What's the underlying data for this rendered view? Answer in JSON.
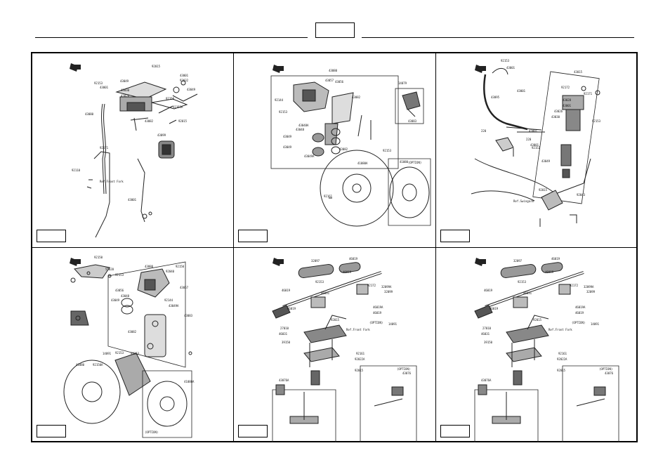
{
  "panels": [
    {
      "labels": [
        "92015",
        "43001",
        "43049",
        "92032",
        "43030",
        "92153",
        "43001",
        "43020",
        "43080",
        "92171",
        "43049",
        "92153A",
        "92015",
        "43082",
        "92150",
        "92110",
        "43001",
        "43099"
      ],
      "notes": [
        "Ref.Front Fork"
      ]
    },
    {
      "labels": [
        "43080",
        "43057",
        "43056",
        "14079",
        "92144",
        "43082",
        "92153",
        "43048A",
        "43048",
        "43049",
        "43049",
        "43049A",
        "43082",
        "92153",
        "41080",
        "41080A",
        "43083",
        "92161"
      ],
      "notes": [
        "(OPTION)"
      ]
    },
    {
      "labels": [
        "92153",
        "43001",
        "43015",
        "43001",
        "92172",
        "92171",
        "43095",
        "43028",
        "43001",
        "43026",
        "43030",
        "43001",
        "92153",
        "220",
        "220",
        "43049",
        "43001",
        "92152",
        "92015",
        "92043"
      ],
      "notes": [
        "Ref.Swingarm"
      ]
    },
    {
      "labels": [
        "92150",
        "55020",
        "92153",
        "43080",
        "92040",
        "92150",
        "43056",
        "43048",
        "43057",
        "92144",
        "43049",
        "43049A",
        "43082",
        "43083",
        "41080",
        "92153",
        "41080A",
        "92153",
        "14091",
        "92150A"
      ],
      "notes": [
        "(OPTION)"
      ]
    },
    {
      "labels": [
        "32097",
        "46019",
        "46019",
        "92153",
        "92172",
        "32099A",
        "32099",
        "46019",
        "46019A",
        "46019",
        "46019",
        "46031",
        "14091",
        "27010",
        "46031",
        "92015",
        "92161",
        "92022A",
        "39150",
        "92015",
        "43076A",
        "43076"
      ],
      "notes": [
        "Ref.Front Fork",
        "(OPTION)",
        "(OPTION)"
      ]
    },
    {
      "labels": [
        "32097",
        "46019",
        "46019",
        "92153",
        "92172",
        "32099A",
        "32099",
        "46019",
        "46019A",
        "46019",
        "46019",
        "46031",
        "14091",
        "27010",
        "46031",
        "92015",
        "92161",
        "92022A",
        "39150",
        "92015",
        "43076A",
        "43076"
      ],
      "notes": [
        "Ref.Front Fork",
        "(OPTION)",
        "(OPTION)"
      ]
    }
  ]
}
